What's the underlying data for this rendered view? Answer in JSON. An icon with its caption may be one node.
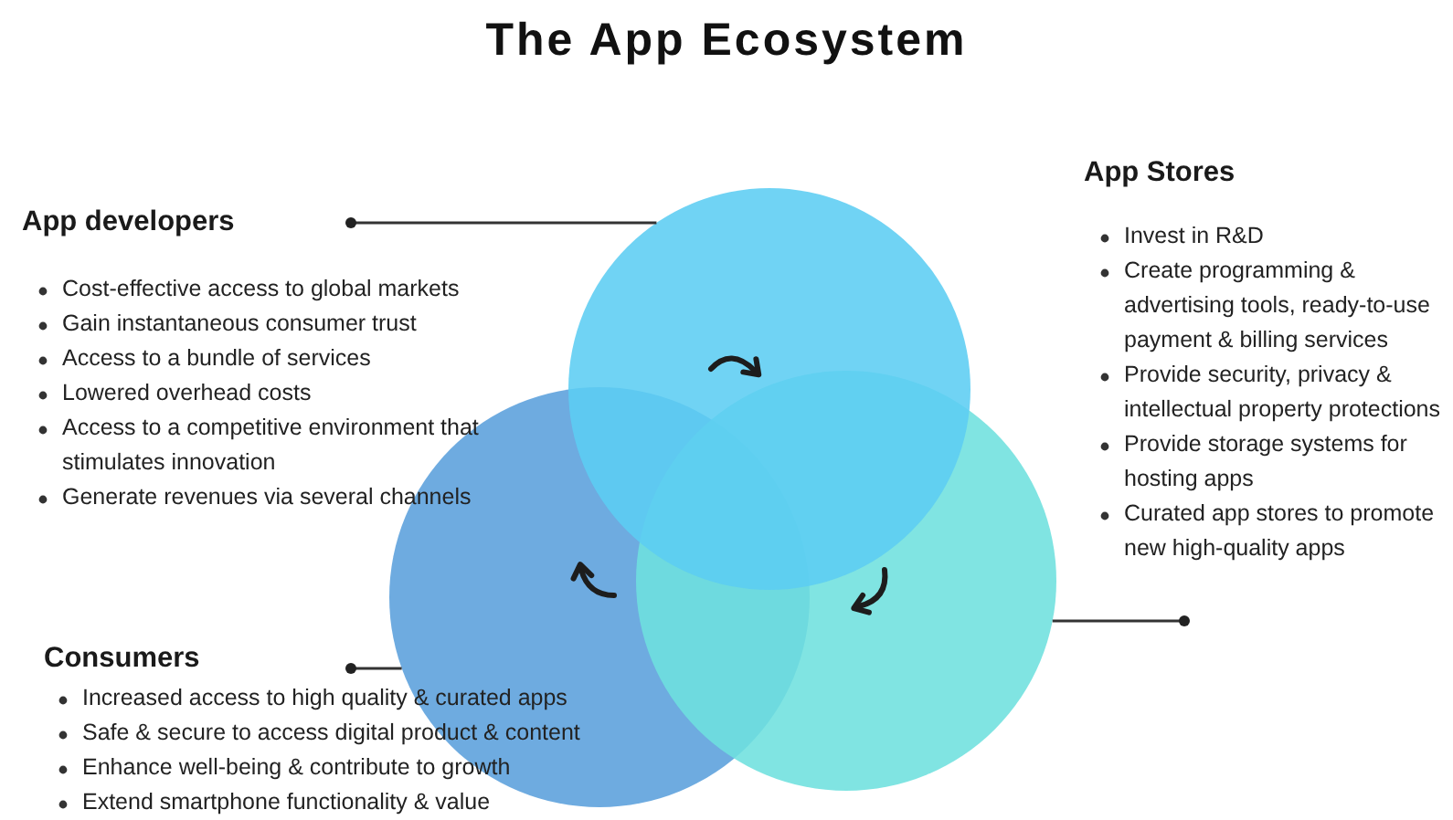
{
  "diagram": {
    "title": "The App Ecosystem",
    "nodes": [
      {
        "text": [
          "App developers",
          "Cost-effective access to global markets",
          "Gain instantaneous consumer trust",
          "Access to a bundle of services",
          "Lowered overhead costs",
          "Access to a competitive environment that stimulates innovation",
          "Generate revenues via several channels"
        ]
      },
      {
        "text": [
          "App Stores",
          "Invest in R&D",
          "Create programming & advertising tools, ready-to-use payment & billing services",
          "Provide security, privacy & intellectual property protections",
          "Provide storage systems for hosting apps",
          "Curated app stores to promote new high-quality apps"
        ]
      },
      {
        "text": [
          "Consumers",
          "Increased access to  high quality & curated apps",
          "Safe & secure to access digital product & content",
          "Enhance well-being & contribute to growth",
          "Extend smartphone functionality & value"
        ]
      },
      {
        "text": [],
        "shape": "circle"
      },
      {
        "text": [],
        "shape": "circle"
      },
      {
        "text": [],
        "shape": "circle"
      }
    ],
    "edges": [
      {
        "from": 0,
        "to": 4,
        "arrow": "other"
      },
      {
        "from": 1,
        "to": 5,
        "arrow": "other"
      },
      {
        "from": 2,
        "to": 3,
        "arrow": "other"
      }
    ]
  }
}
